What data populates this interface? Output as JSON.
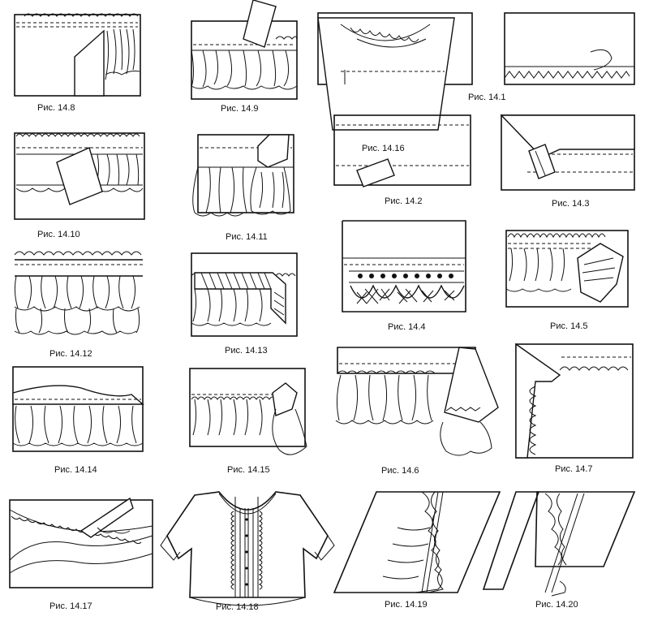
{
  "figures": [
    {
      "id": "14.8",
      "caption": "Рис. 14.8"
    },
    {
      "id": "14.9",
      "caption": "Рис. 14.9"
    },
    {
      "id": "14.1",
      "caption": "Рис. 14.1"
    },
    {
      "id": "14.16",
      "caption": "Рис. 14.16"
    },
    {
      "id": "14.10",
      "caption": "Рис. 14.10"
    },
    {
      "id": "14.11",
      "caption": "Рис. 14.11"
    },
    {
      "id": "14.2",
      "caption": "Рис. 14.2"
    },
    {
      "id": "14.3",
      "caption": "Рис. 14.3"
    },
    {
      "id": "14.12",
      "caption": "Рис. 14.12"
    },
    {
      "id": "14.13",
      "caption": "Рис. 14.13"
    },
    {
      "id": "14.4",
      "caption": "Рис. 14.4"
    },
    {
      "id": "14.5",
      "caption": "Рис. 14.5"
    },
    {
      "id": "14.14",
      "caption": "Рис. 14.14"
    },
    {
      "id": "14.15",
      "caption": "Рис. 14.15"
    },
    {
      "id": "14.6",
      "caption": "Рис. 14.6"
    },
    {
      "id": "14.7",
      "caption": "Рис. 14.7"
    },
    {
      "id": "14.17",
      "caption": "Рис. 14.17"
    },
    {
      "id": "14.18",
      "caption": "Рис. 14.18"
    },
    {
      "id": "14.19",
      "caption": "Рис. 14.19"
    },
    {
      "id": "14.20",
      "caption": "Рис. 14.20"
    }
  ]
}
